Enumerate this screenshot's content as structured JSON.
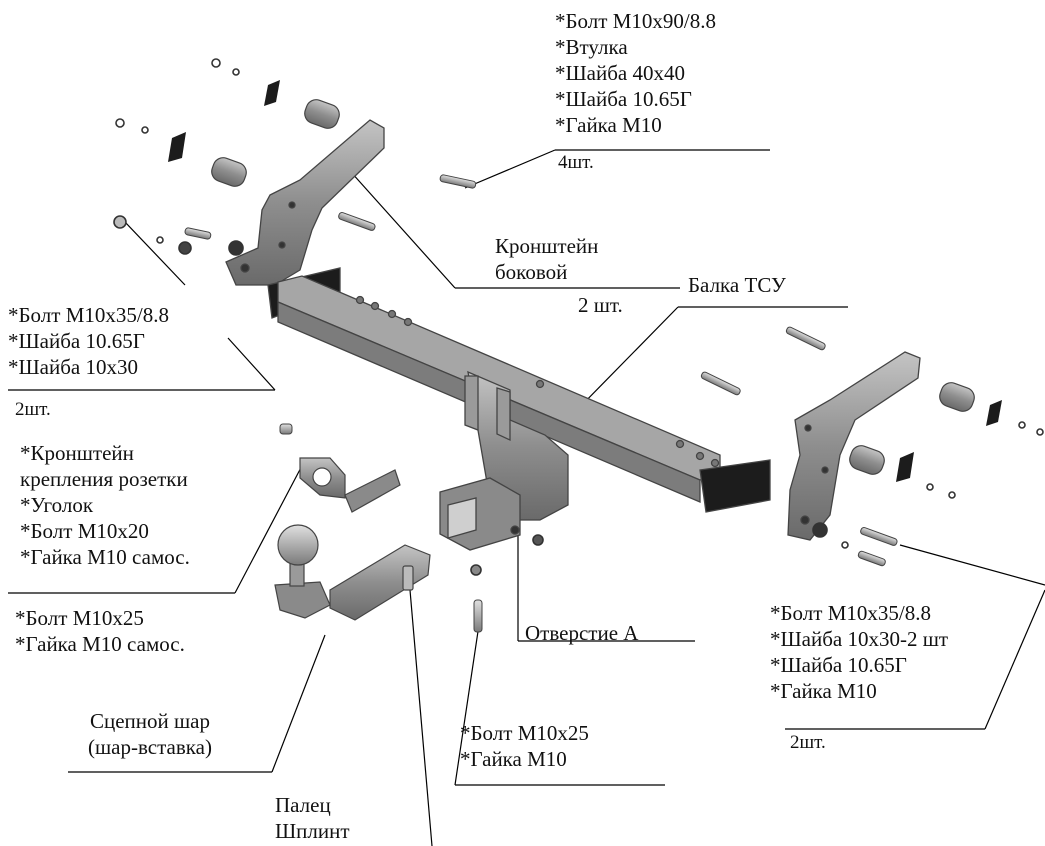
{
  "labels": {
    "top_hardware": [
      "*Болт М10х90/8.8",
      "*Втулка",
      "*Шайба 40х40",
      "*Шайба 10.65Г",
      "*Гайка М10"
    ],
    "top_hardware_qty": "4шт.",
    "side_bracket": [
      "Кронштейн",
      "боковой"
    ],
    "side_bracket_qty": "2 шт.",
    "beam": "Балка ТСУ",
    "left_hardware": [
      "*Болт М10х35/8.8",
      "*Шайба 10.65Г",
      "*Шайба 10х30"
    ],
    "left_hardware_qty": "2шт.",
    "socket_bracket": [
      "*Кронштейн",
      "крепления розетки",
      "*Уголок",
      "*Болт М10х20",
      "*Гайка М10 самос."
    ],
    "ball_hardware": [
      "*Болт М10х25",
      "*Гайка М10 самос."
    ],
    "hole_a": "Отверстие А",
    "right_hardware": [
      "*Болт М10х35/8.8",
      "*Шайба 10х30-2 шт",
      "*Шайба 10.65Г",
      "*Гайка М10"
    ],
    "right_hardware_qty": "2шт.",
    "ball": [
      "Сцепной шар",
      "(шар-вставка)"
    ],
    "center_hardware": [
      "*Болт М10х25",
      "*Гайка М10"
    ],
    "pin": [
      "Палец",
      "Шплинт"
    ]
  },
  "colors": {
    "steel": "#8f8f8f",
    "steel_light": "#b9b9b9",
    "steel_dark": "#5e5e5e",
    "plate": "#1c1c1c",
    "line": "#000000"
  }
}
